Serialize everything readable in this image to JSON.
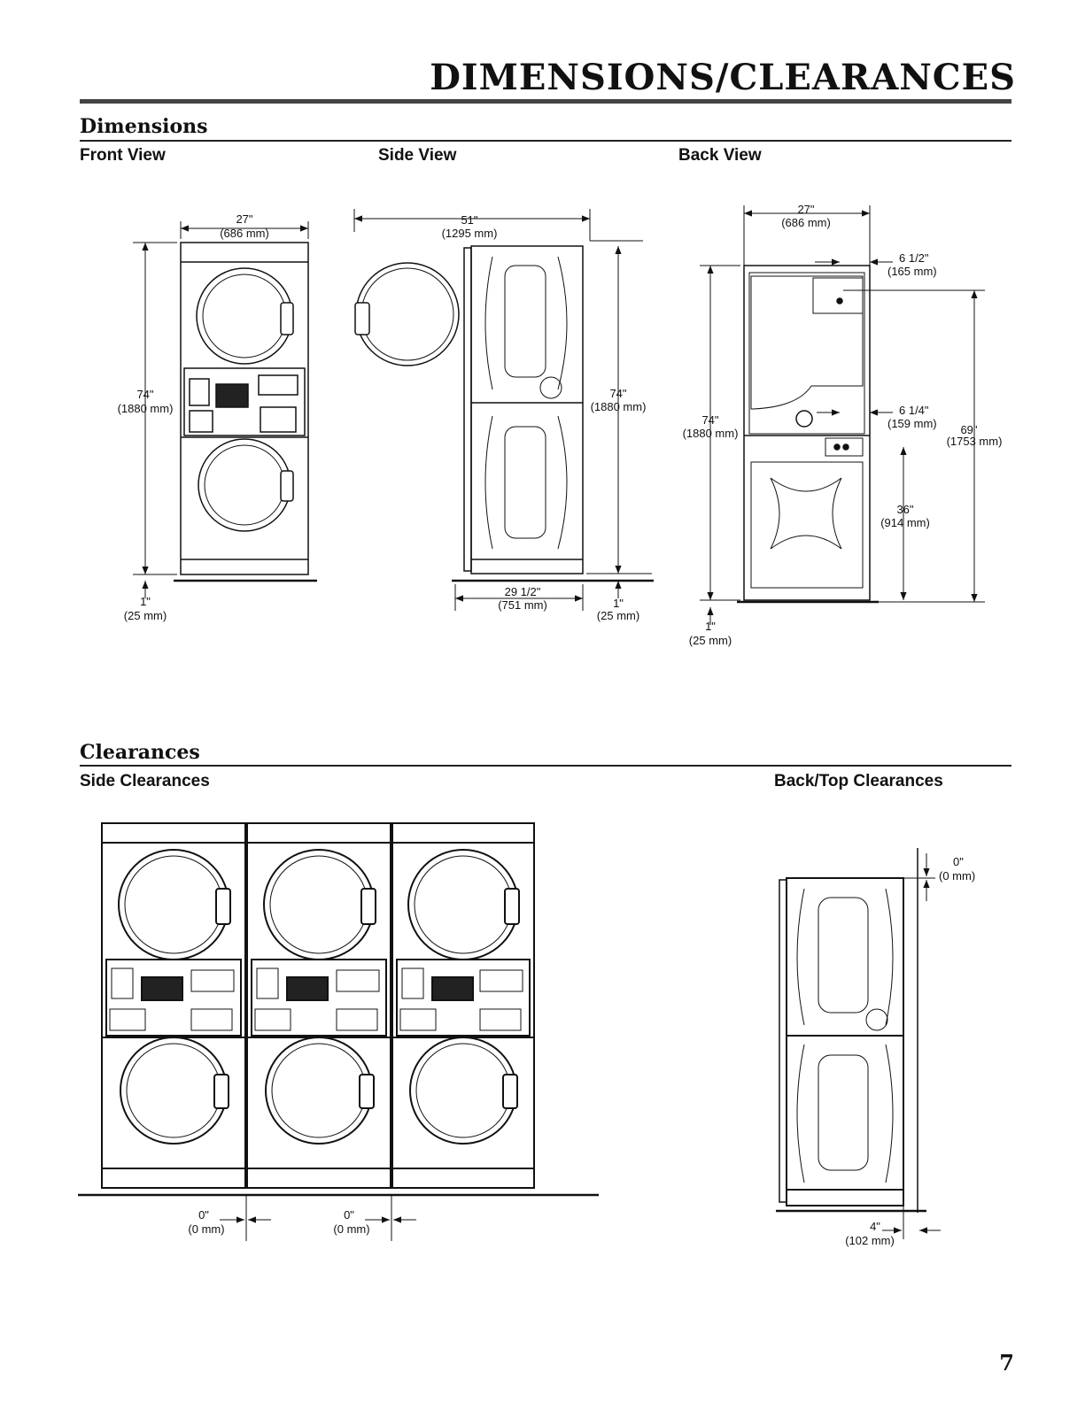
{
  "page": {
    "title": "DIMENSIONS/CLEARANCES",
    "number": "7"
  },
  "dimensions": {
    "heading": "Dimensions",
    "front_view": {
      "title": "Front View",
      "width": {
        "in": "27\"",
        "mm": "(686 mm)"
      },
      "height": {
        "in": "74\"",
        "mm": "(1880 mm)"
      },
      "feet": {
        "in": "1\"",
        "mm": "(25 mm)"
      }
    },
    "side_view": {
      "title": "Side View",
      "door_open_depth": {
        "in": "51\"",
        "mm": "(1295 mm)"
      },
      "height": {
        "in": "74\"",
        "mm": "(1880 mm)"
      },
      "depth": {
        "in": "29 1/2\"",
        "mm": "(751 mm)"
      },
      "feet": {
        "in": "1\"",
        "mm": "(25 mm)"
      }
    },
    "back_view": {
      "title": "Back View",
      "width": {
        "in": "27\"",
        "mm": "(686 mm)"
      },
      "upper_offset": {
        "in": "6 1/2\"",
        "mm": "(165 mm)"
      },
      "lower_offset": {
        "in": "6 1/4\"",
        "mm": "(159 mm)"
      },
      "height": {
        "in": "74\"",
        "mm": "(1880 mm)"
      },
      "upper_connection": {
        "in": "69\"",
        "mm": "(1753 mm)"
      },
      "lower_connection": {
        "in": "36\"",
        "mm": "(914 mm)"
      },
      "feet": {
        "in": "1\"",
        "mm": "(25 mm)"
      }
    }
  },
  "clearances": {
    "heading": "Clearances",
    "side": {
      "title": "Side Clearances",
      "gap1": {
        "in": "0\"",
        "mm": "(0 mm)"
      },
      "gap2": {
        "in": "0\"",
        "mm": "(0 mm)"
      }
    },
    "back_top": {
      "title": "Back/Top Clearances",
      "top": {
        "in": "0\"",
        "mm": "(0 mm)"
      },
      "back": {
        "in": "4\"",
        "mm": "(102 mm)"
      }
    }
  }
}
